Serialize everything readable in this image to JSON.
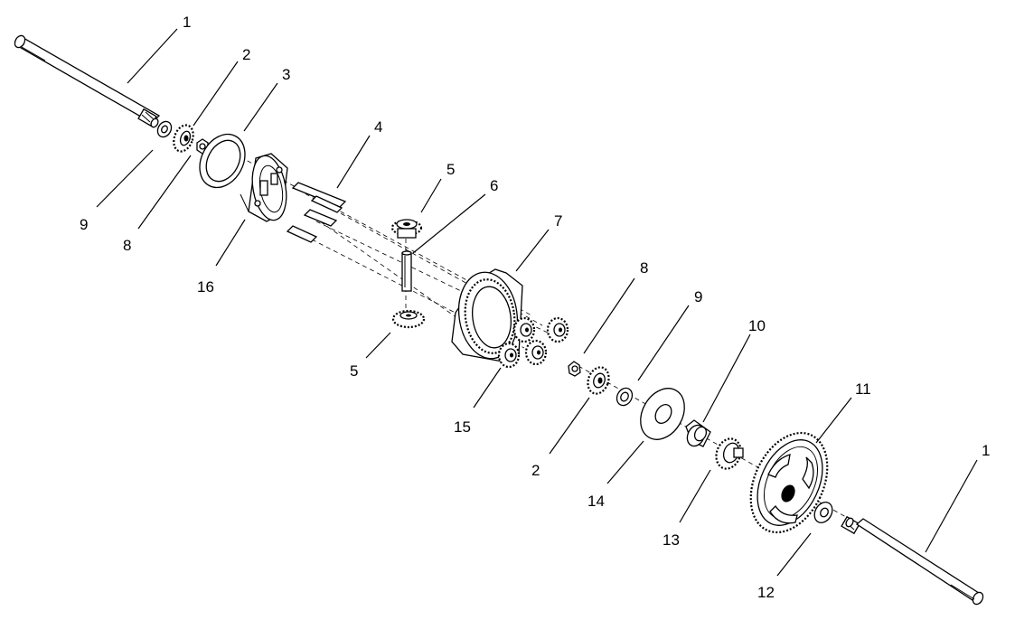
{
  "diagram": {
    "callouts": [
      {
        "id": "c1a",
        "label": "1"
      },
      {
        "id": "c2a",
        "label": "2"
      },
      {
        "id": "c3",
        "label": "3"
      },
      {
        "id": "c4",
        "label": "4"
      },
      {
        "id": "c5a",
        "label": "5"
      },
      {
        "id": "c6",
        "label": "6"
      },
      {
        "id": "c7",
        "label": "7"
      },
      {
        "id": "c8a",
        "label": "8"
      },
      {
        "id": "c9a",
        "label": "9"
      },
      {
        "id": "c10",
        "label": "10"
      },
      {
        "id": "c11",
        "label": "11"
      },
      {
        "id": "c1b",
        "label": "1"
      },
      {
        "id": "c9b",
        "label": "9"
      },
      {
        "id": "c8b",
        "label": "8"
      },
      {
        "id": "c16",
        "label": "16"
      },
      {
        "id": "c5b",
        "label": "5"
      },
      {
        "id": "c15",
        "label": "15"
      },
      {
        "id": "c2b",
        "label": "2"
      },
      {
        "id": "c14",
        "label": "14"
      },
      {
        "id": "c13",
        "label": "13"
      },
      {
        "id": "c12",
        "label": "12"
      }
    ]
  }
}
